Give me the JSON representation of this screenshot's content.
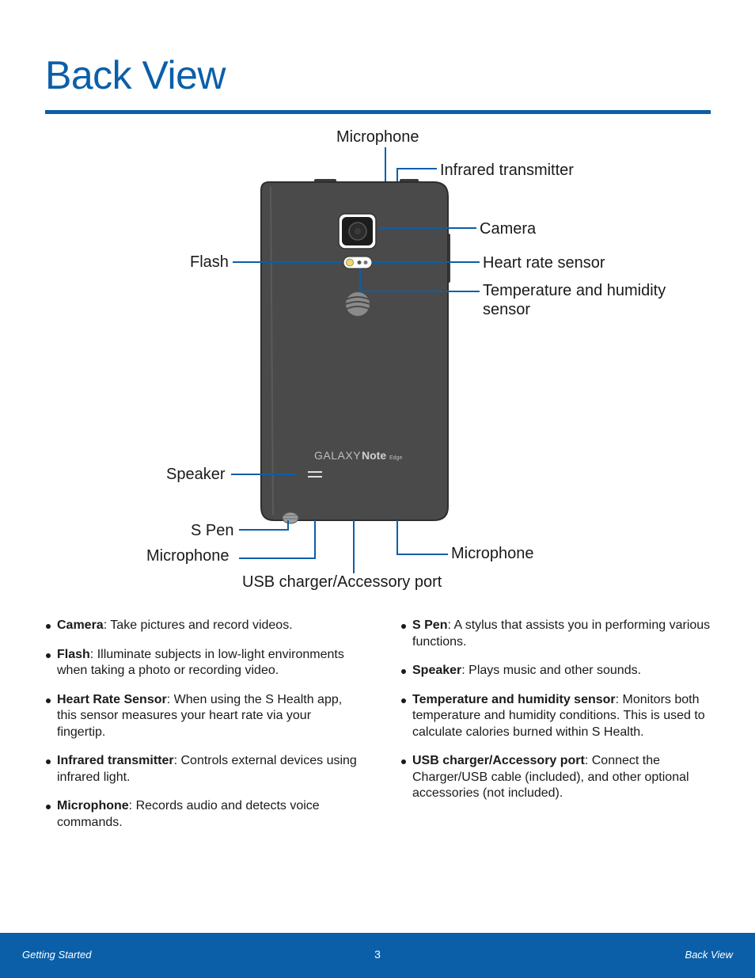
{
  "page": {
    "title": "Back View"
  },
  "diagram": {
    "brand": "GALAXY",
    "model": "Note",
    "edition": "Edge",
    "labels": {
      "microphone_top": "Microphone",
      "infrared": "Infrared transmitter",
      "camera": "Camera",
      "flash": "Flash",
      "heart_rate": "Heart rate sensor",
      "temp_humidity": "Temperature and humidity sensor",
      "speaker": "Speaker",
      "s_pen": "S Pen",
      "microphone_bottom_left": "Microphone",
      "microphone_bottom_right": "Microphone",
      "usb_port": "USB charger/Accessory port"
    }
  },
  "descriptions": {
    "left": [
      {
        "term": "Camera",
        "text": ": Take pictures and record videos."
      },
      {
        "term": "Flash",
        "text": ": Illuminate subjects in low-light environments when taking a photo or recording video."
      },
      {
        "term": "Heart Rate Sensor",
        "text": ": When using the S Health app, this sensor measures your heart rate via your fingertip."
      },
      {
        "term": "Infrared transmitter",
        "text": ": Controls external devices using infrared light."
      },
      {
        "term": "Microphone",
        "text": ": Records audio and detects voice commands."
      }
    ],
    "right": [
      {
        "term": "S Pen",
        "text": ": A stylus that assists you in performing various functions."
      },
      {
        "term": "Speaker",
        "text": ": Plays music and other sounds."
      },
      {
        "term": "Temperature and humidity sensor",
        "text": ": Monitors both temperature and humidity conditions. This is used to calculate calories burned within S Health."
      },
      {
        "term": "USB charger/Accessory port",
        "text": ": Connect the Charger/USB cable (included), and other optional accessories (not included)."
      }
    ]
  },
  "footer": {
    "section": "Getting Started",
    "page_number": "3",
    "chapter": "Back View"
  },
  "colors": {
    "accent": "#0b5fa8",
    "phone_body": "#4a4a4a",
    "callout_line": "#0b5fa8"
  }
}
